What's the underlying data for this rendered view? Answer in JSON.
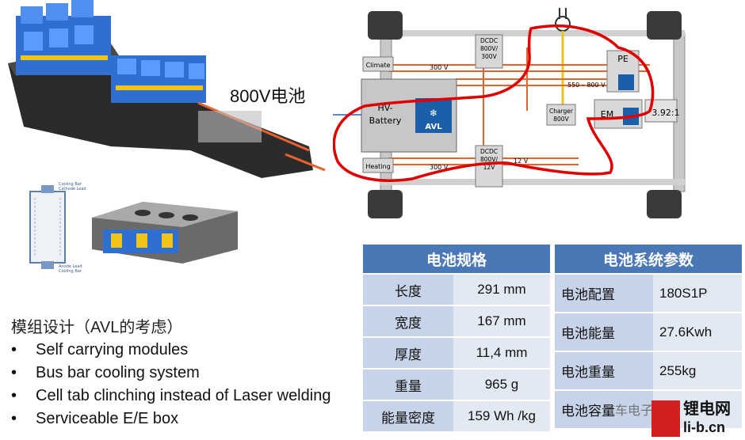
{
  "heading_800v": "800V电池",
  "vehicle": {
    "climate": "Climate",
    "heating": "Heating",
    "dcdc_top": [
      "DCDC",
      "800V/",
      "300V"
    ],
    "dcdc_bottom": [
      "DCDC",
      "800V/",
      "12V"
    ],
    "hv_battery": [
      "HV-",
      "Battery"
    ],
    "avl": "AVL",
    "charger": [
      "Charger",
      "800V"
    ],
    "pe": "PE",
    "em": "EM",
    "ratio": "3.92:1",
    "v300": "300 V",
    "v550": "550 – 800 V",
    "v300b": "300 V",
    "v12": "12 V"
  },
  "cell_diagram": {
    "top_label": [
      "Cooling Bar",
      "Cathode Lead"
    ],
    "bottom_label": [
      "Anode Lead",
      "Cooling Bar"
    ]
  },
  "module_design": {
    "title": "模组设计（AVL的考虑）",
    "bullets": [
      "Self carrying modules",
      "Bus bar cooling system",
      "Cell tab clinching instead of Laser welding",
      "Serviceable E/E box"
    ]
  },
  "battery_spec": {
    "header": "电池规格",
    "rows": [
      {
        "k": "长度",
        "v": "291 mm"
      },
      {
        "k": "宽度",
        "v": "167 mm"
      },
      {
        "k": "厚度",
        "v": "11,4 mm"
      },
      {
        "k": "重量",
        "v": "965 g"
      },
      {
        "k": "能量密度",
        "v": "159 Wh /kg"
      }
    ]
  },
  "system_params": {
    "header": "电池系统参数",
    "rows": [
      {
        "k": "电池配置",
        "v": "180S1P"
      },
      {
        "k": "电池能量",
        "v": "27.6Kwh"
      },
      {
        "k": "电池重量",
        "v": "255kg"
      },
      {
        "k": "电池容量",
        "v": ""
      }
    ]
  },
  "watermark": {
    "text": "汽车电子设计",
    "brand": "锂电网",
    "domain": "li-b.cn"
  },
  "colors": {
    "header_blue": "#4a77b6",
    "cell_key": "#c7d3e8",
    "cell_value": "#e3e9f3",
    "wire_orange": "#e8622c",
    "highlight_red": "#e00000",
    "avl_blue": "#1b5fa8"
  }
}
